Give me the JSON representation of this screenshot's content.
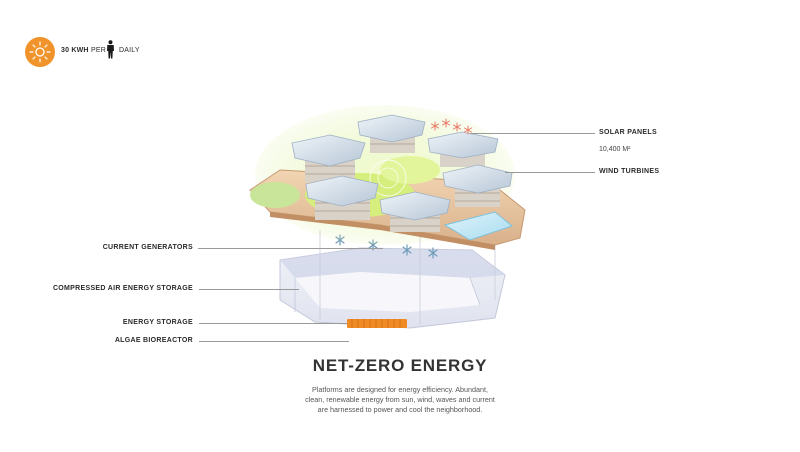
{
  "header": {
    "amount": "30 KWH",
    "per": "PER",
    "period": "DAILY",
    "badge_icon": "sun-icon",
    "person_icon": "person-icon",
    "accent_color": "#f0932b"
  },
  "labels": {
    "solar_panels": "SOLAR PANELS",
    "solar_area": "10,400 M²",
    "wind_turbines": "WIND TURBINES",
    "current_generators": "CURRENT GENERATORS",
    "compressed_air": "COMPRESSED AIR ENERGY STORAGE",
    "energy_storage": "ENERGY STORAGE",
    "algae_bioreactor": "ALGAE BIOREACTOR"
  },
  "title": "NET-ZERO ENERGY",
  "description": {
    "line1": "Platforms are designed for energy efficiency. Abundant,",
    "line2": "clean, renewable energy from sun, wind, waves and current",
    "line3": "are harnessed to power and cool the neighborhood."
  }
}
